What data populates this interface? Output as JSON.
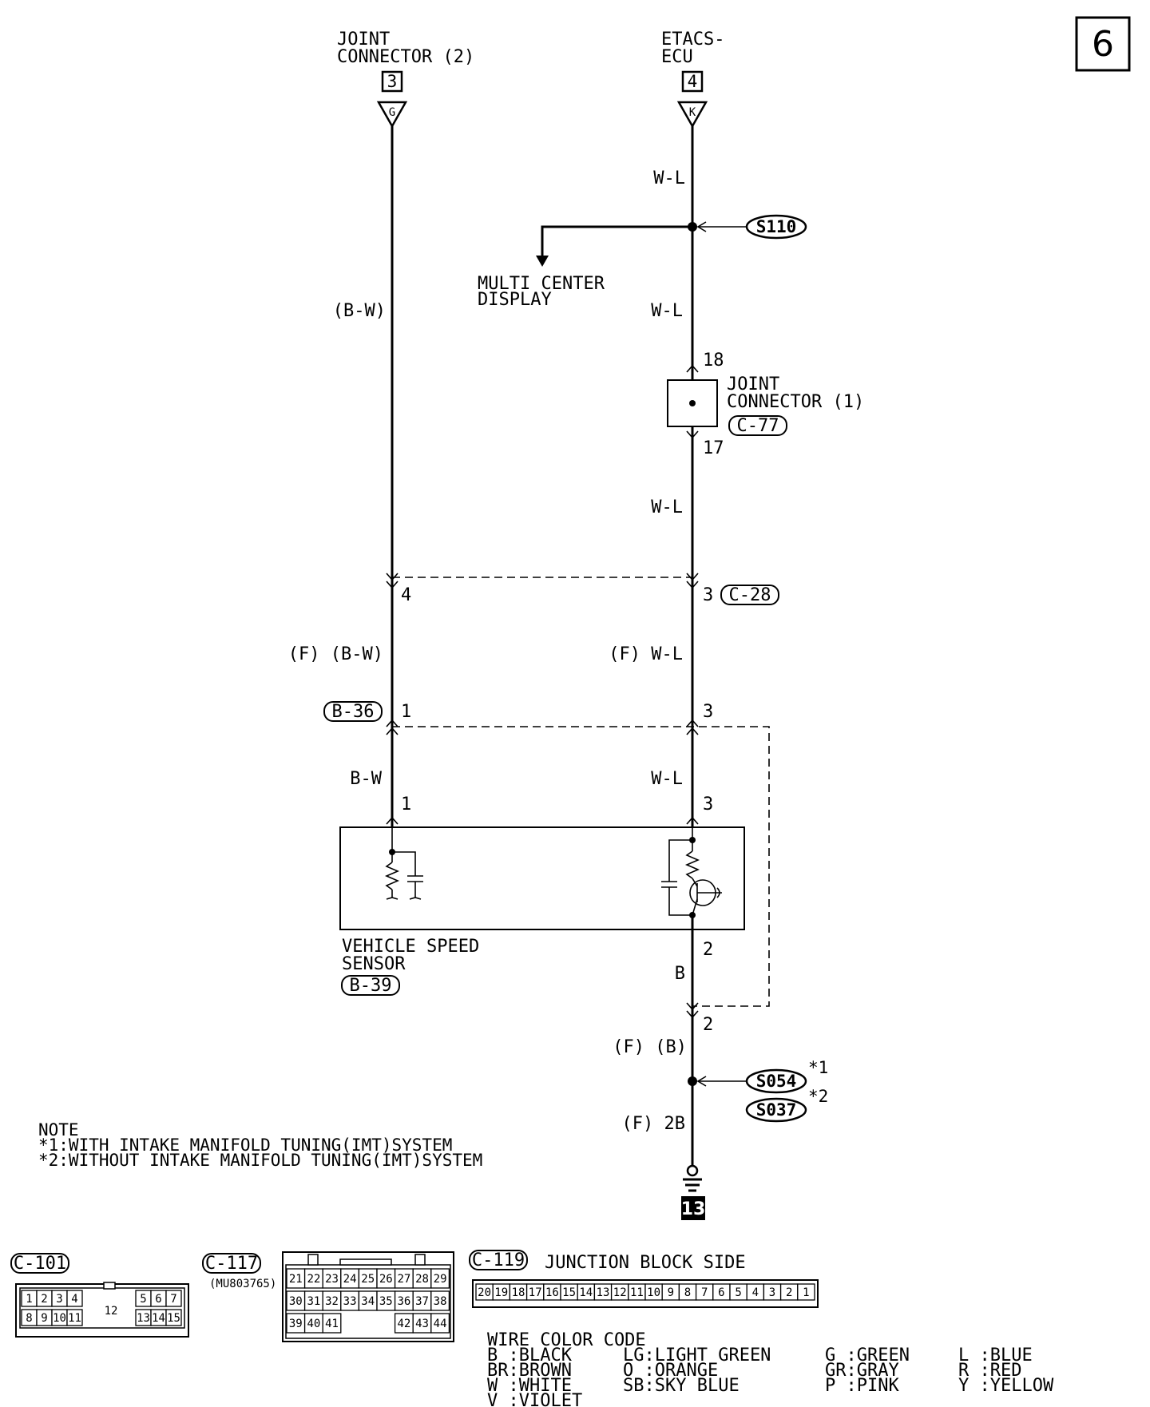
{
  "page": {
    "number": "6"
  },
  "top_connectors": [
    {
      "name_line1": "JOINT",
      "name_line2": "CONNECTOR (2)",
      "ref": "3",
      "pin": "G"
    },
    {
      "name_line1": "ETACS-",
      "name_line2": "ECU",
      "ref": "4",
      "pin": "K"
    }
  ],
  "left_wire": {
    "color_top": "(B-W)",
    "junction_pin": "4",
    "color_mid": "(F) (B-W)",
    "connector": "B-36",
    "pin_b36": "1",
    "color_low": "B-W",
    "pin_sensor": "1"
  },
  "right_wire": {
    "color_1": "W-L",
    "splice": "S110",
    "branch_label_1": "MULTI CENTER",
    "branch_label_2": "DISPLAY",
    "color_2": "W-L",
    "jc_pin_in": "18",
    "jc_name_1": "JOINT",
    "jc_name_2": "CONNECTOR (1)",
    "jc_code": "C-77",
    "jc_pin_out": "17",
    "color_3": "W-L",
    "c28_pin": "3",
    "c28_code": "C-28",
    "color_4": "(F) W-L",
    "b36_pin": "3",
    "color_5": "W-L",
    "sensor_pin_3": "3",
    "sensor_pin_2": "2",
    "color_6": "B",
    "lower_pin": "2",
    "color_7": "(F) (B)",
    "splice_1": "S054",
    "splice_1_mark": "*1",
    "splice_2": "S037",
    "splice_2_mark": "*2",
    "color_8": "(F) 2B",
    "ground": "13"
  },
  "sensor": {
    "line1": "VEHICLE SPEED",
    "line2": "SENSOR",
    "code": "B-39"
  },
  "note": {
    "title": "NOTE",
    "line1": "*1:WITH INTAKE MANIFOLD TUNING(IMT)SYSTEM",
    "line2": "*2:WITHOUT INTAKE MANIFOLD TUNING(IMT)SYSTEM"
  },
  "c101": {
    "code": "C-101",
    "row1": [
      "1",
      "2",
      "3",
      "4"
    ],
    "row1_right": [
      "5",
      "6",
      "7"
    ],
    "row2": [
      "8",
      "9",
      "10",
      "11"
    ],
    "row2_right": [
      "13",
      "14",
      "15"
    ],
    "center": "12"
  },
  "c117": {
    "code": "C-117",
    "part": "(MU803765)",
    "row1": [
      "21",
      "22",
      "23",
      "24",
      "25",
      "26",
      "27",
      "28",
      "29"
    ],
    "row2": [
      "30",
      "31",
      "32",
      "33",
      "34",
      "35",
      "36",
      "37",
      "38"
    ],
    "row3_left": [
      "39",
      "40",
      "41"
    ],
    "row3_right": [
      "42",
      "43",
      "44"
    ]
  },
  "c119": {
    "code": "C-119",
    "side": "JUNCTION BLOCK SIDE",
    "pins": [
      "20",
      "19",
      "18",
      "17",
      "16",
      "15",
      "14",
      "13",
      "12",
      "11",
      "10",
      "9",
      "8",
      "7",
      "6",
      "5",
      "4",
      "3",
      "2",
      "1"
    ]
  },
  "wire_color_code": {
    "title": "WIRE COLOR CODE",
    "col1": [
      "B :BLACK",
      "BR:BROWN",
      "W :WHITE",
      "V :VIOLET"
    ],
    "col2": [
      "LG:LIGHT GREEN",
      "O :ORANGE",
      "SB:SKY BLUE"
    ],
    "col3": [
      "G :GREEN",
      "GR:GRAY",
      "P :PINK"
    ],
    "col4": [
      "L :BLUE",
      "R :RED",
      "Y :YELLOW"
    ]
  }
}
